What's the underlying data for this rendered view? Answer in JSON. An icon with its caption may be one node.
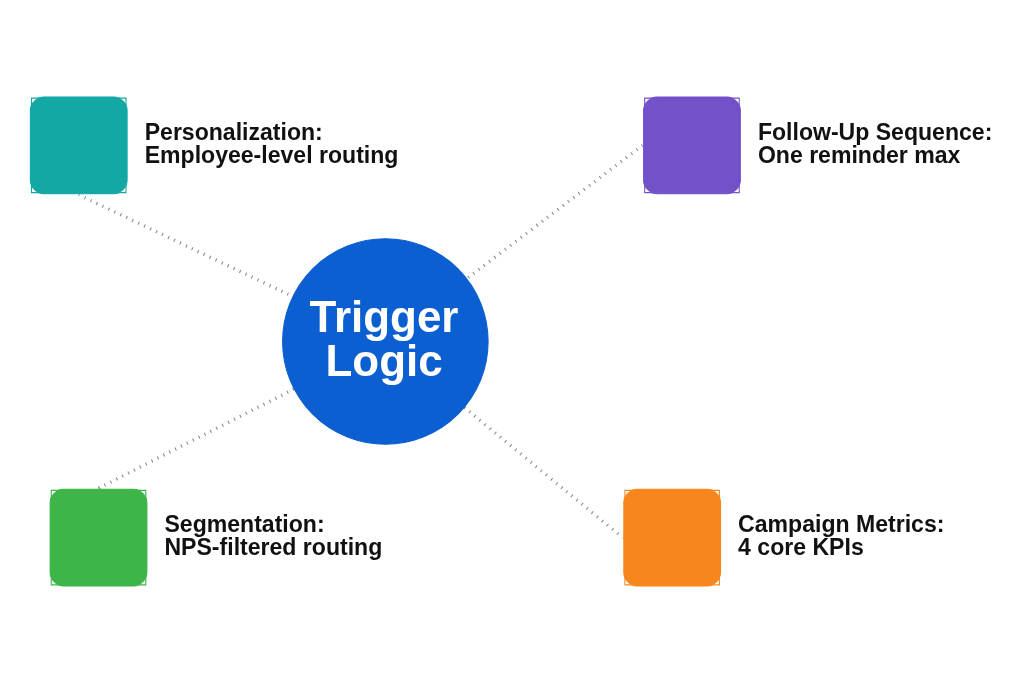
{
  "diagram": {
    "nodes": [
      {
        "text": [],
        "shape": "box",
        "beside": [
          "Personalization: Employee-level routing"
        ]
      },
      {
        "text": [],
        "shape": "box",
        "beside": [
          "Follow-Up Sequence: One reminder max"
        ]
      },
      {
        "text": [
          "Trigger Logic"
        ]
      },
      {
        "text": [],
        "shape": "box",
        "beside": [
          "Segmentation: NPS-filtered routing"
        ]
      },
      {
        "text": [],
        "shape": "box",
        "beside": [
          "Campaign Metrics: 4 core KPIs"
        ]
      }
    ],
    "edges": [
      {
        "from": 0,
        "to": 2,
        "arrow": "none"
      },
      {
        "from": 1,
        "to": 2,
        "arrow": "none"
      },
      {
        "from": 2,
        "to": 3,
        "arrow": "none"
      },
      {
        "from": 2,
        "to": 4,
        "arrow": "none"
      }
    ]
  }
}
